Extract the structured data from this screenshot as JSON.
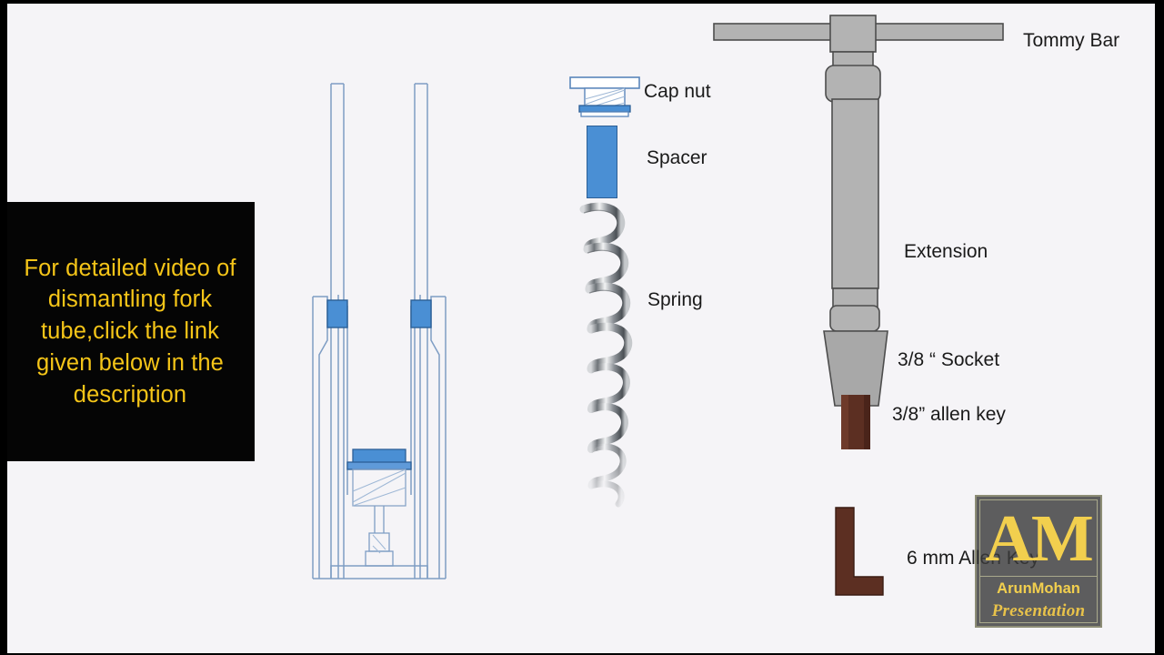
{
  "canvas": {
    "background_color": "#f5f4f7",
    "letterbox_color": "#000000"
  },
  "caption": {
    "text": "For detailed video of dismantling fork tube,click the link given below in the description",
    "text_color": "#f5c518",
    "background_color": "#050505"
  },
  "parts_column": {
    "cap_nut": {
      "label": "Cap nut"
    },
    "spacer": {
      "label": "Spacer",
      "color": "#4a8fd4"
    },
    "spring": {
      "label": "Spring"
    }
  },
  "tool_assembly": {
    "tommy_bar": {
      "label": "Tommy Bar"
    },
    "extension": {
      "label": "Extension"
    },
    "socket": {
      "label": "3/8 “ Socket"
    },
    "allen_key_bit": {
      "label": "3/8” allen key",
      "color": "#5c2f22"
    },
    "allen_key_l": {
      "label": "6 mm Allen Key",
      "color": "#5c2f22"
    },
    "metal_color": "#b3b3b3"
  },
  "fork_drawing": {
    "line_color": "#7e9dc4",
    "seal_color": "#4a8fd4",
    "name": "fork tube cross-section drawing"
  },
  "watermark": {
    "initials": "AM",
    "name": "ArunMohan",
    "subtitle": "Presentation",
    "gold": "#f2cf4e"
  }
}
